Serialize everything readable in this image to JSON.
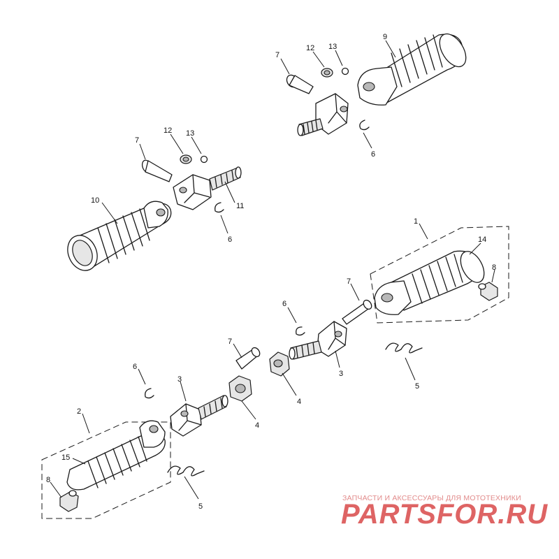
{
  "diagram": {
    "callouts": {
      "c1": "1",
      "c2": "2",
      "c3a": "3",
      "c3b": "3",
      "c4a": "4",
      "c4b": "4",
      "c5a": "5",
      "c5b": "5",
      "c6a": "6",
      "c6b": "6",
      "c6c": "6",
      "c6d": "6",
      "c7a": "7",
      "c7b": "7",
      "c7c": "7",
      "c7d": "7",
      "c8a": "8",
      "c8b": "8",
      "c9": "9",
      "c10": "10",
      "c11": "11",
      "c12a": "12",
      "c12b": "12",
      "c13a": "13",
      "c13b": "13",
      "c14": "14",
      "c15": "15"
    }
  },
  "watermark": {
    "subtitle": "ЗАПЧАСТИ И АКСЕССУАРЫ ДЛЯ МОТОТЕХНИКИ",
    "logo": "PARTSFOR.RU",
    "color": "#d94a4a"
  }
}
